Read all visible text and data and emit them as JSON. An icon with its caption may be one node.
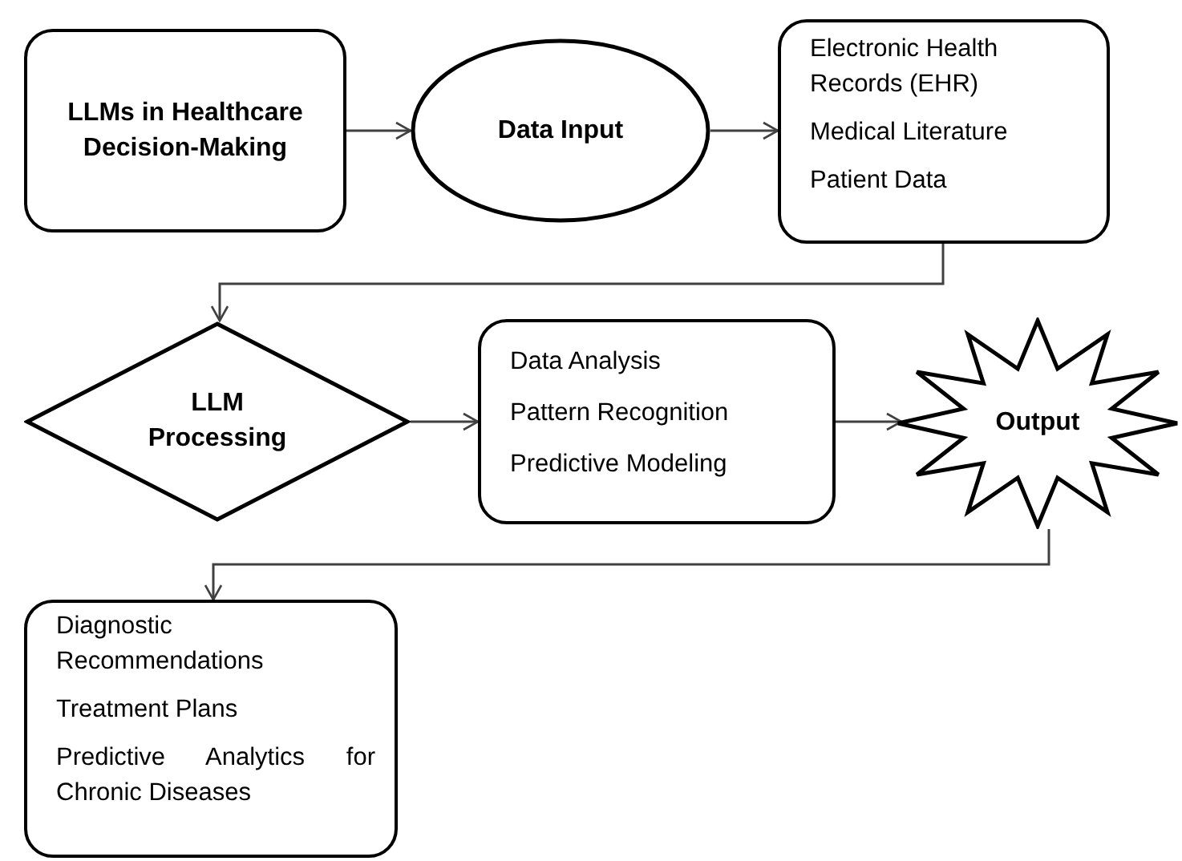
{
  "diagram": {
    "nodes": [
      {
        "text": [
          "LLMs in Healthcare Decision-Making"
        ]
      },
      {
        "text": [
          "Data Input"
        ]
      },
      {
        "text": [
          "Electronic Health Records (EHR)",
          "Medical Literature",
          "Patient Data"
        ]
      },
      {
        "text": [
          "LLM Processing"
        ]
      },
      {
        "text": [
          "Data Analysis",
          "Pattern Recognition",
          "Predictive Modeling"
        ]
      },
      {
        "text": [
          "Output"
        ]
      },
      {
        "text": [
          "Diagnostic Recommendations",
          "Treatment Plans",
          "Predictive Analytics for Chronic Diseases"
        ]
      }
    ],
    "edges": [
      {
        "from": 0,
        "to": 1,
        "arrow": "to"
      },
      {
        "from": 1,
        "to": 2,
        "arrow": "to"
      },
      {
        "from": 2,
        "to": 3,
        "arrow": "to"
      },
      {
        "from": 3,
        "to": 4,
        "arrow": "to"
      },
      {
        "from": 4,
        "to": 5,
        "arrow": "to"
      },
      {
        "from": 5,
        "to": 6,
        "arrow": "to"
      }
    ]
  }
}
